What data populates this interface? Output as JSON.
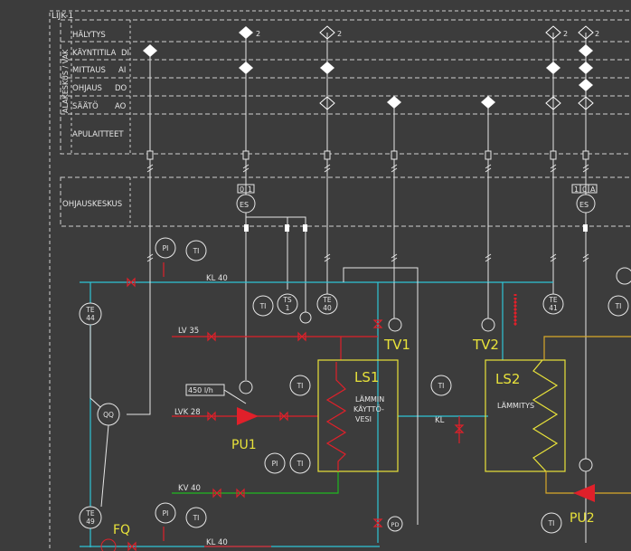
{
  "frame_label": "LIJK-1",
  "vertical_label": "ALAKESKUS / VAK",
  "control_rows": [
    {
      "label": "HÄLYTYS",
      "code": ""
    },
    {
      "label": "KÄYNTITILA",
      "code": "DI"
    },
    {
      "label": "MITTAUS",
      "code": "AI"
    },
    {
      "label": "OHJAUS",
      "code": "DO"
    },
    {
      "label": "SÄÄTÖ",
      "code": "AO"
    },
    {
      "label": "APULAITTEET",
      "code": ""
    }
  ],
  "ohjauskeskus_label": "OHJAUSKESKUS",
  "alarm_count_labels": {
    "c1": "2",
    "c2": "2",
    "c3": "2",
    "c4": "2"
  },
  "switch_labels": {
    "s1": "0",
    "s2": "1",
    "s3": "1",
    "s4": "0",
    "s5": "A"
  },
  "instruments": {
    "es1": "ES",
    "es2": "ES",
    "pi_top": "PI",
    "ti_top": "TI",
    "te44_a": "TE",
    "te44_b": "44",
    "qq": "QQ",
    "te49_a": "TE",
    "te49_b": "49",
    "ti_mid1": "TI",
    "ts1_a": "TS",
    "ts1_b": "1",
    "te40_a": "TE",
    "te40_b": "40",
    "te41_a": "TE",
    "te41_b": "41",
    "ti_right": "TI",
    "ti_pu1": "TI",
    "ti_kl": "TI",
    "pi_bot1": "PI",
    "ti_bot1": "TI",
    "pi_bot2": "PI",
    "ti_bot2": "TI",
    "ti_pu2": "TI",
    "pd": "PD"
  },
  "pipes": {
    "kl40_top": "KL 40",
    "lv35": "LV 35",
    "lvk28": "LVK 28",
    "kv40": "KV 40",
    "kl40_bottom": "KL 40",
    "kl": "KL"
  },
  "flow_value": "450 l/h",
  "equipment": {
    "ls1_title": "LS1",
    "ls1_desc1": "LÄMMIN",
    "ls1_desc2": "KÄYTTÖ-",
    "ls1_desc3": "VESI",
    "ls2_title": "LS2",
    "ls2_desc": "LÄMMITYS",
    "tv1": "TV1",
    "tv2": "TV2",
    "pu1": "PU1",
    "pu2": "PU2",
    "fq": "FQ"
  },
  "colors": {
    "background": "#3c3c3c",
    "line": "#e6e6e6",
    "cyan": "#2ec4d6",
    "red": "#e0202a",
    "green": "#1fb81f",
    "yellow": "#e8e23a",
    "orange": "#d8a82a"
  }
}
